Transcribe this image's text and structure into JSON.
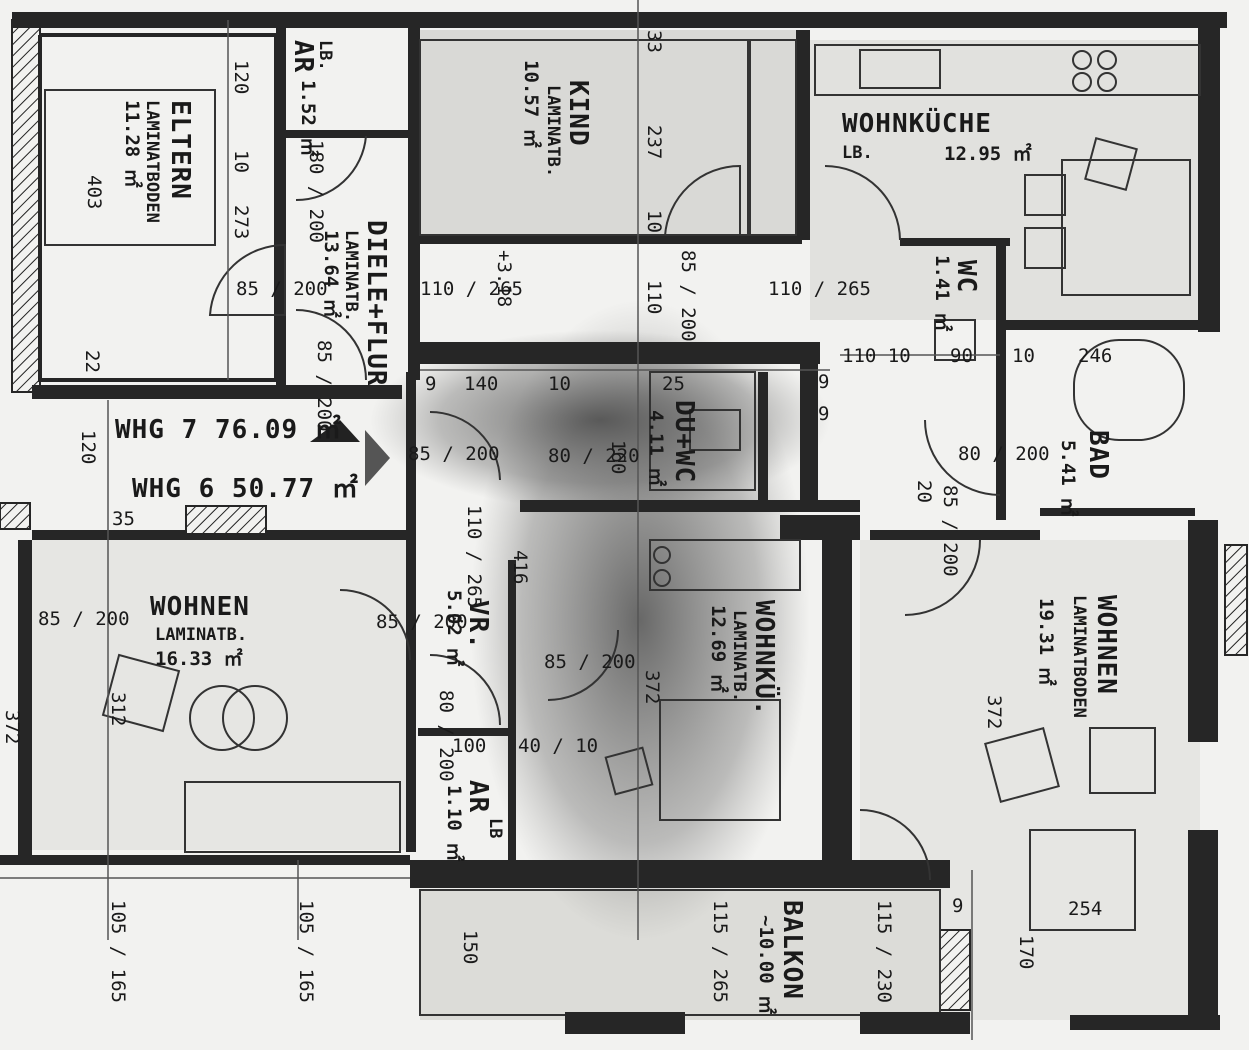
{
  "rooms": {
    "eltern": {
      "name": "ELTERN",
      "floor": "LAMINATBODEN",
      "area": "11.28 ㎡"
    },
    "kind": {
      "name": "KIND",
      "floor": "LAMINATB.",
      "area": "10.57 ㎡"
    },
    "wohnkueche": {
      "name": "WOHNKÜCHE",
      "floor": "LB.",
      "area": "12.95 ㎡"
    },
    "ar_top": {
      "name": "AR",
      "floor": "LB.",
      "area": "1.52 ㎡"
    },
    "diele": {
      "name": "DIELE+FLUR",
      "floor": "LAMINATB.",
      "area": "13.64 ㎡"
    },
    "wc_top": {
      "name": "WC",
      "area": "1.41 ㎡"
    },
    "bad_top": {
      "name": "BAD",
      "area": "5.41 ㎡"
    },
    "du_wc": {
      "name": "DU+WC",
      "area": "4.11 ㎡"
    },
    "wohnen_l": {
      "name": "WOHNEN",
      "floor": "LAMINATB.",
      "area": "16.33 ㎡"
    },
    "vr": {
      "name": "VR.",
      "area": "5.02 ㎡"
    },
    "ar_bottom": {
      "name": "AR",
      "floor": "LB",
      "area": "1.10 ㎡"
    },
    "wohnkue2": {
      "name": "WOHNKÜ.",
      "floor": "LAMINATB.",
      "area": "12.69 ㎡"
    },
    "wohnen_r": {
      "name": "WOHNEN",
      "floor": "LAMINATBODEN",
      "area": "19.31 ㎡"
    },
    "balkon": {
      "name": "BALKON",
      "area": "~10.00 ㎡"
    }
  },
  "units": {
    "whg7": "WHG 7  76.09 ㎡",
    "whg6": "WHG 6  50.77 ㎡"
  },
  "dims": {
    "d120a": "120",
    "d10a": "10",
    "d273": "273",
    "d403": "403",
    "d85_200_a": "85 / 200",
    "d22a": "22",
    "d120b": "120",
    "d180_200": "180 / 200",
    "d85_200_b": "85 / 200",
    "d110_265_a": "110 / 265",
    "d318": "+3.18",
    "d33": "33",
    "d237": "237",
    "d10b": "10",
    "d110a": "110",
    "d85_200_c": "85 / 200",
    "d110_265_b": "110 / 265",
    "d110_10": "110 10",
    "d90": "90",
    "d10c": "10",
    "d246": "246",
    "d9a": "9",
    "d140": "140",
    "d10d": "10",
    "d25": "25",
    "d9b": "9",
    "d9c": "9",
    "d85_200_d": "85 / 200",
    "d80_220": "80 / 220",
    "d160": "160",
    "d80_200_a": "80 / 200",
    "d85_200_e": "85 / 200",
    "d20": "20",
    "d35": "35",
    "d85_200_f": "85 / 200",
    "d110_265_c": "110 / 265",
    "d416": "416",
    "d85_200_g": "85 / 200",
    "d85_200_h": "85 / 200",
    "d312": "312",
    "d372a": "372",
    "d372b": "372",
    "d100": "100",
    "d40_10": "40 / 10",
    "d80_200_b": "80 / 200",
    "d105_165_a": "105 / 165",
    "d105_165_b": "105 / 165",
    "d150": "150",
    "d115_265": "115 / 265",
    "d115_230": "115 / 230",
    "d254": "254",
    "d170": "170",
    "d9d": "9",
    "d372c": "372"
  }
}
